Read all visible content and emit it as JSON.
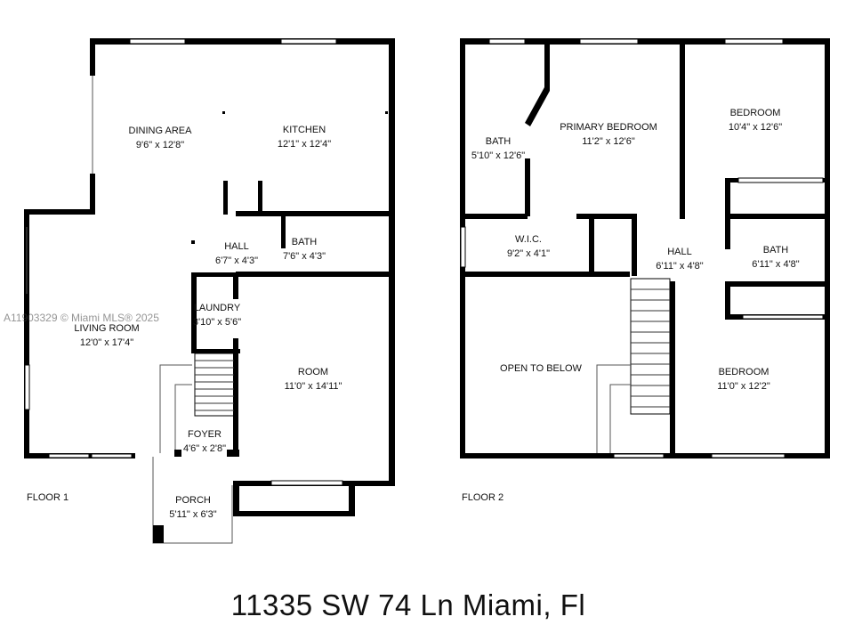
{
  "watermark": "A11903329 © Miami MLS® 2025",
  "address": "11335 SW 74 Ln Miami, Fl",
  "floors": [
    {
      "label": "FLOOR 1",
      "rooms": [
        {
          "name": "DINING AREA",
          "size": "9'6\" x 12'8\""
        },
        {
          "name": "KITCHEN",
          "size": "12'1\" x 12'4\""
        },
        {
          "name": "HALL",
          "size": "6'7\" x 4'3\""
        },
        {
          "name": "BATH",
          "size": "7'6\" x 4'3\""
        },
        {
          "name": "LAUNDRY",
          "size": "3'10\" x 5'6\""
        },
        {
          "name": "LIVING ROOM",
          "size": "12'0\" x 17'4\""
        },
        {
          "name": "ROOM",
          "size": "11'0\" x 14'11\""
        },
        {
          "name": "FOYER",
          "size": "4'6\" x 2'8\""
        },
        {
          "name": "PORCH",
          "size": "5'11\" x 6'3\""
        }
      ]
    },
    {
      "label": "FLOOR 2",
      "rooms": [
        {
          "name": "BATH",
          "size": "5'10\" x 12'6\""
        },
        {
          "name": "PRIMARY BEDROOM",
          "size": "11'2\" x 12'6\""
        },
        {
          "name": "BEDROOM",
          "size": "10'4\" x 12'6\""
        },
        {
          "name": "W.I.C.",
          "size": "9'2\" x 4'1\""
        },
        {
          "name": "HALL",
          "size": "6'11\" x 4'8\""
        },
        {
          "name": "BATH",
          "size": "6'11\" x 4'8\""
        },
        {
          "name": "OPEN TO BELOW",
          "size": ""
        },
        {
          "name": "BEDROOM",
          "size": "11'0\" x 12'2\""
        }
      ]
    }
  ]
}
